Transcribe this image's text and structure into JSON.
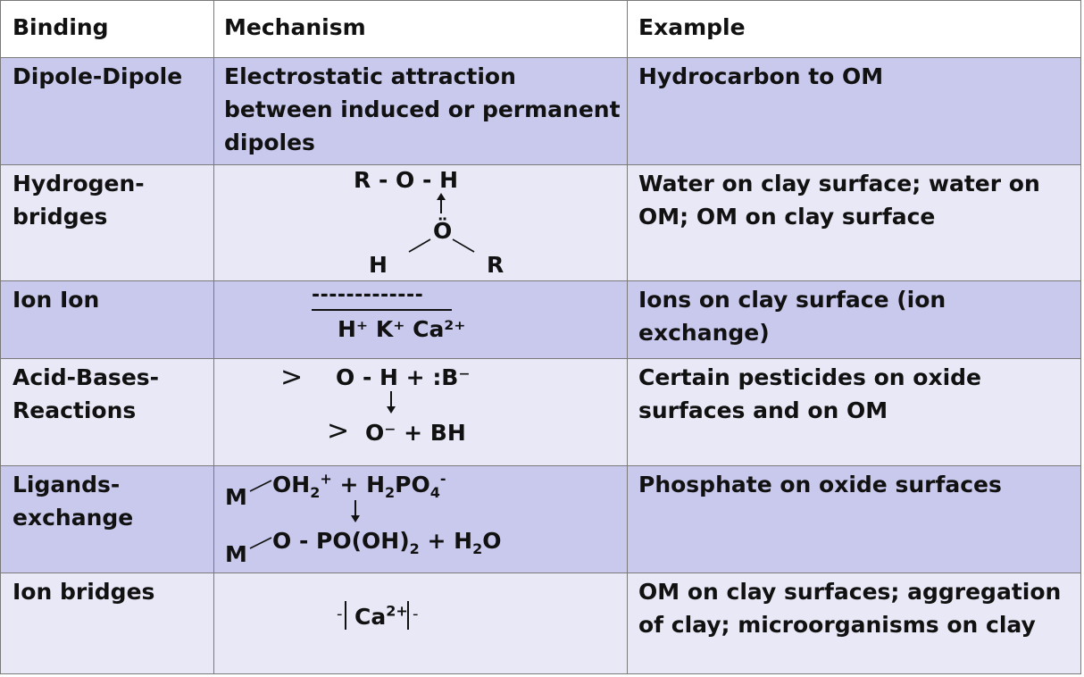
{
  "colors": {
    "header_bg": "#ffffff",
    "band_a": "#c9c9ee",
    "band_b": "#e8e8f6",
    "border": "#7a7a7a",
    "text": "#111111"
  },
  "header": {
    "binding": "Binding",
    "mechanism": "Mechanism",
    "example": "Example"
  },
  "rows": [
    {
      "binding": "Dipole-Dipole",
      "mechanism": "Electrostatic attraction between induced or permanent dipoles",
      "example": "Hydrocarbon to OM"
    },
    {
      "binding": "Hydrogen-bridges",
      "mechanism": {
        "top": "R - O - H",
        "o": "Ö",
        "left": "H",
        "right": "R"
      },
      "example": "Water on clay surface; water on OM; OM on clay surface"
    },
    {
      "binding": "Ion Ion",
      "mechanism": {
        "dashes": "-------------",
        "ions": "H⁺ K⁺ Ca²⁺"
      },
      "example": "Ions on clay surface (ion exchange)"
    },
    {
      "binding": "Acid-Bases-Reactions",
      "mechanism": {
        "bracket": ">",
        "top": "O - H + :B⁻",
        "bottom": "O⁻ + BH"
      },
      "example": "Certain pesticides on oxide surfaces and on OM"
    },
    {
      "binding": "Ligands-exchange",
      "mechanism": {
        "m": "M",
        "top_a": "OH",
        "top_sub": "2",
        "top_sup": "+",
        "top_b": " + H",
        "top_sub2": "2",
        "top_c": "PO",
        "top_sub3": "4",
        "top_sup2": "-",
        "bot_a": "O - PO(OH)",
        "bot_sub": "2",
        "bot_b": " + H",
        "bot_sub2": "2",
        "bot_c": "O"
      },
      "example": "Phosphate on oxide surfaces"
    },
    {
      "binding": "Ion bridges",
      "mechanism": {
        "left": "-",
        "ion": "Ca",
        "sup": "2+",
        "right": "-"
      },
      "example": "OM on clay surfaces; aggregation of clay; microorganisms on clay"
    }
  ]
}
